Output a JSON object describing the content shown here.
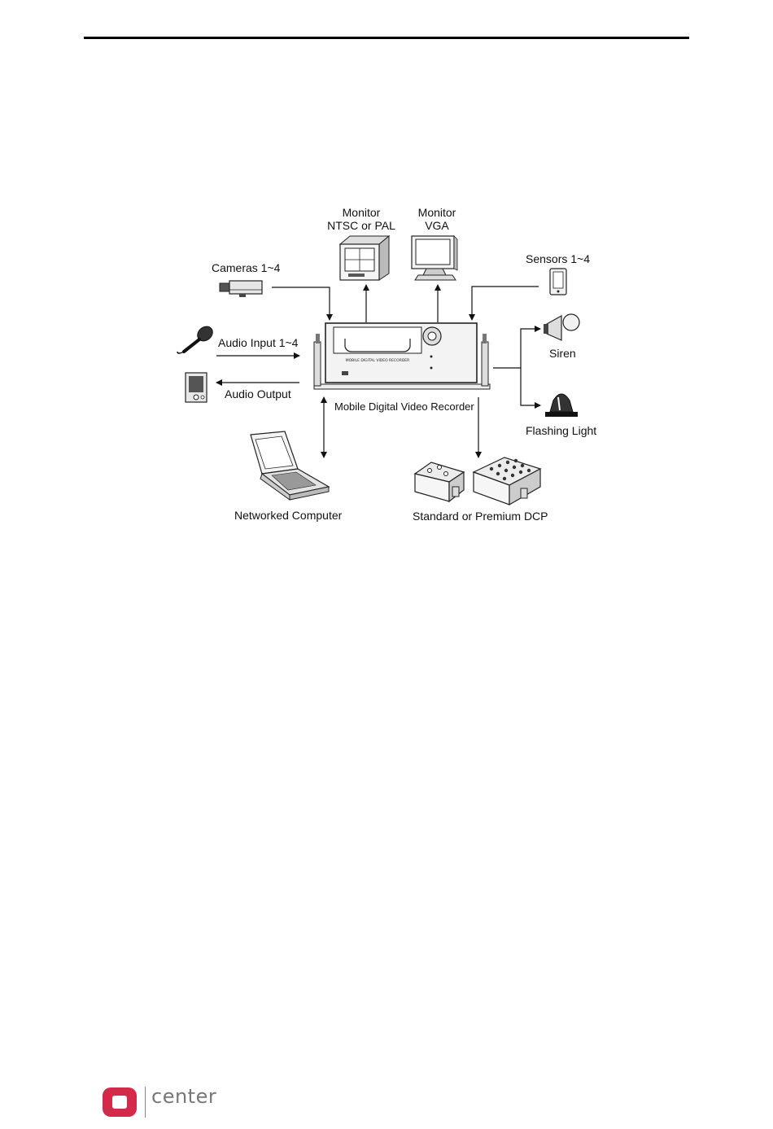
{
  "diagram": {
    "labels": {
      "monitor_ntsc": "Monitor\nNTSC or PAL",
      "monitor_ntsc_line1": "Monitor",
      "monitor_ntsc_line2": "NTSC or PAL",
      "monitor_vga_line1": "Monitor",
      "monitor_vga_line2": "VGA",
      "cameras": "Cameras 1~4",
      "sensors": "Sensors 1~4",
      "audio_input": "Audio Input 1~4",
      "audio_output": "Audio Output",
      "siren": "Siren",
      "flashing_light": "Flashing Light",
      "recorder": "Mobile Digital Video Recorder",
      "recorder_panel_text": "MOBILE DIGITAL VIDEO RECORDER",
      "networked_computer": "Networked Computer",
      "dcp": "Standard or Premium DCP"
    }
  },
  "footer": {
    "logo_text": "center"
  }
}
